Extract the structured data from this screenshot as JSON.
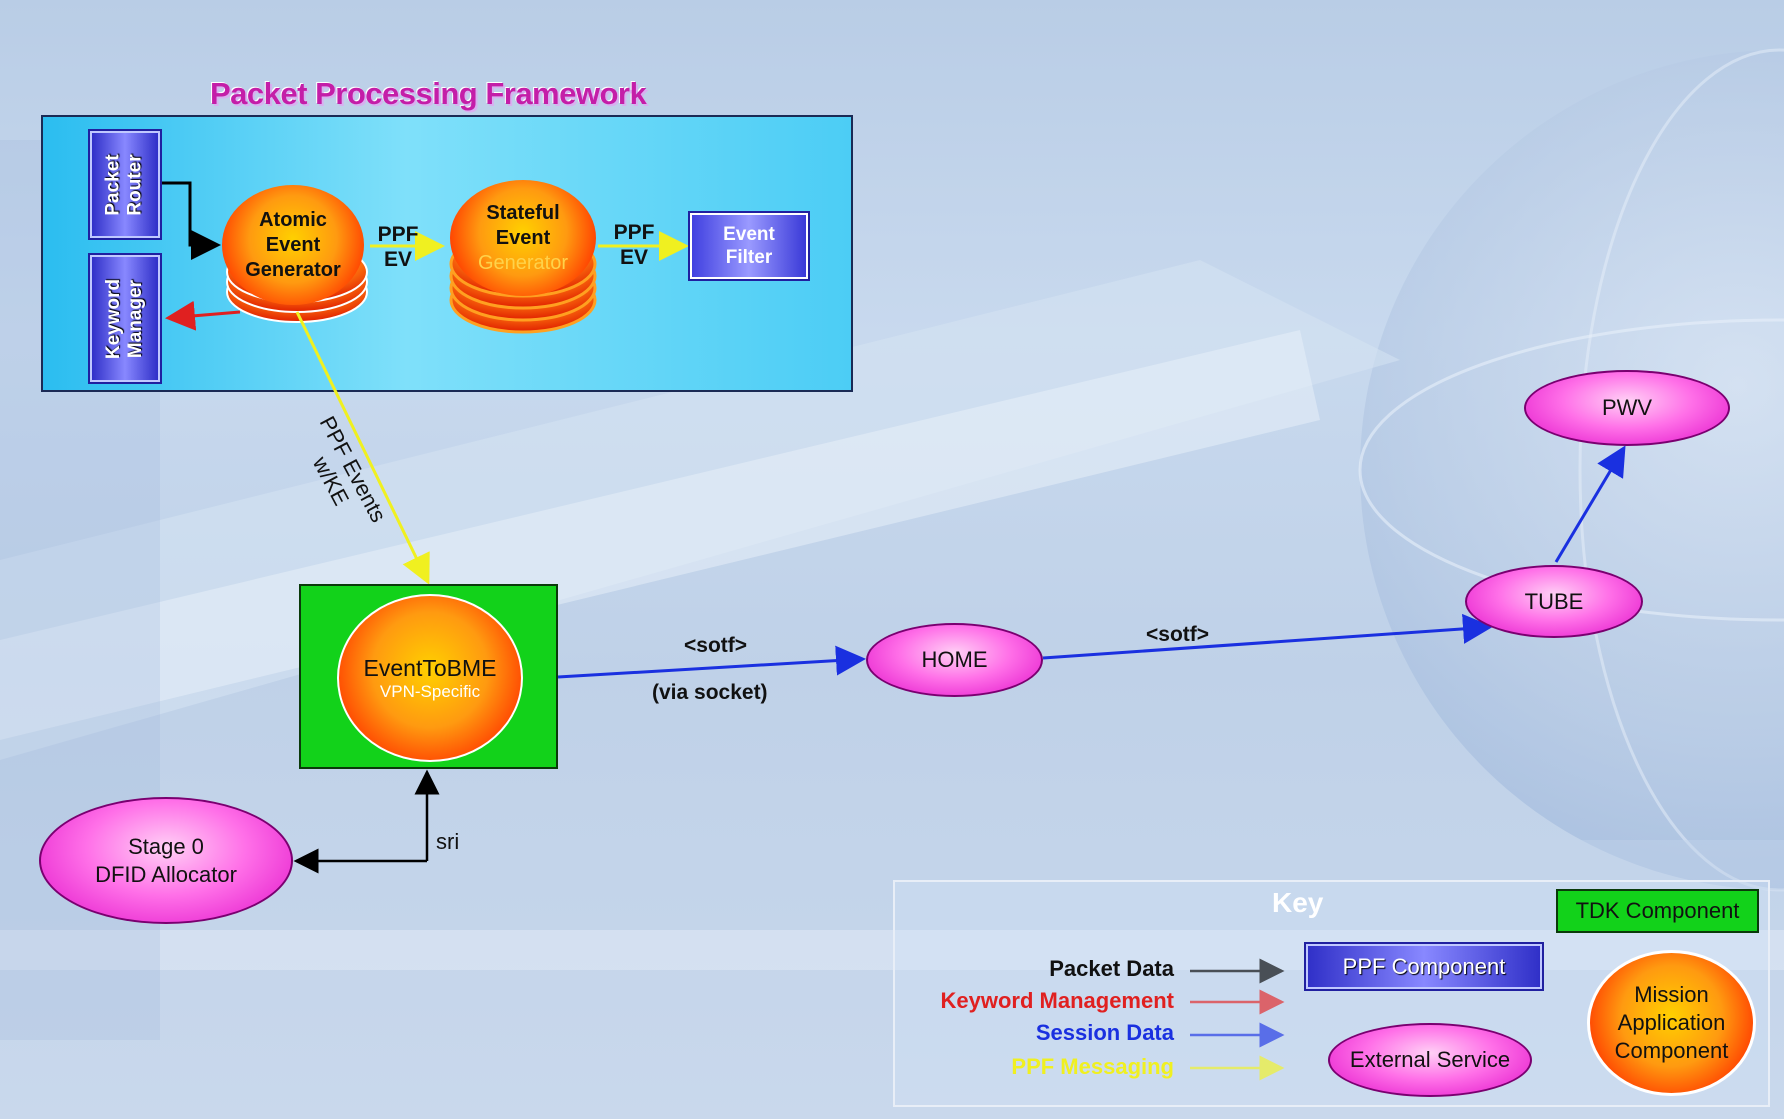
{
  "title": "Packet Processing Framework",
  "components": {
    "packet_router": "Packet\nRouter",
    "keyword_manager": "Keyword\nManager",
    "atomic_generator": [
      "Atomic",
      "Event",
      "Generator"
    ],
    "stateful_generator": [
      "Stateful",
      "Event",
      "Generator"
    ],
    "event_filter": [
      "Event",
      "Filter"
    ],
    "event_to_bme": {
      "main": "EventToBME",
      "sub": "VPN-Specific"
    },
    "stage0": [
      "Stage 0",
      "DFID Allocator"
    ],
    "home": "HOME",
    "tube": "TUBE",
    "pwv": "PWV"
  },
  "edge_labels": {
    "ppf_ev_1": [
      "PPF",
      "EV"
    ],
    "ppf_ev_2": [
      "PPF",
      "EV"
    ],
    "ppf_events": [
      "PPF Events",
      "w/KE"
    ],
    "sotf_1": "<sotf>",
    "via_socket": "(via socket)",
    "sotf_2": "<sotf>",
    "sri": "sri"
  },
  "key": {
    "title": "Key",
    "packet_data": "Packet Data",
    "keyword_management": "Keyword Management",
    "session_data": "Session Data",
    "ppf_messaging": "PPF Messaging",
    "tdk_component": "TDK Component",
    "ppf_component": "PPF Component",
    "external_service": "External Service",
    "mission_component": [
      "Mission",
      "Application",
      "Component"
    ]
  },
  "colors": {
    "packet": "#000000",
    "keyword": "#e02020",
    "session": "#1a30e0",
    "messaging": "#f0f020"
  }
}
